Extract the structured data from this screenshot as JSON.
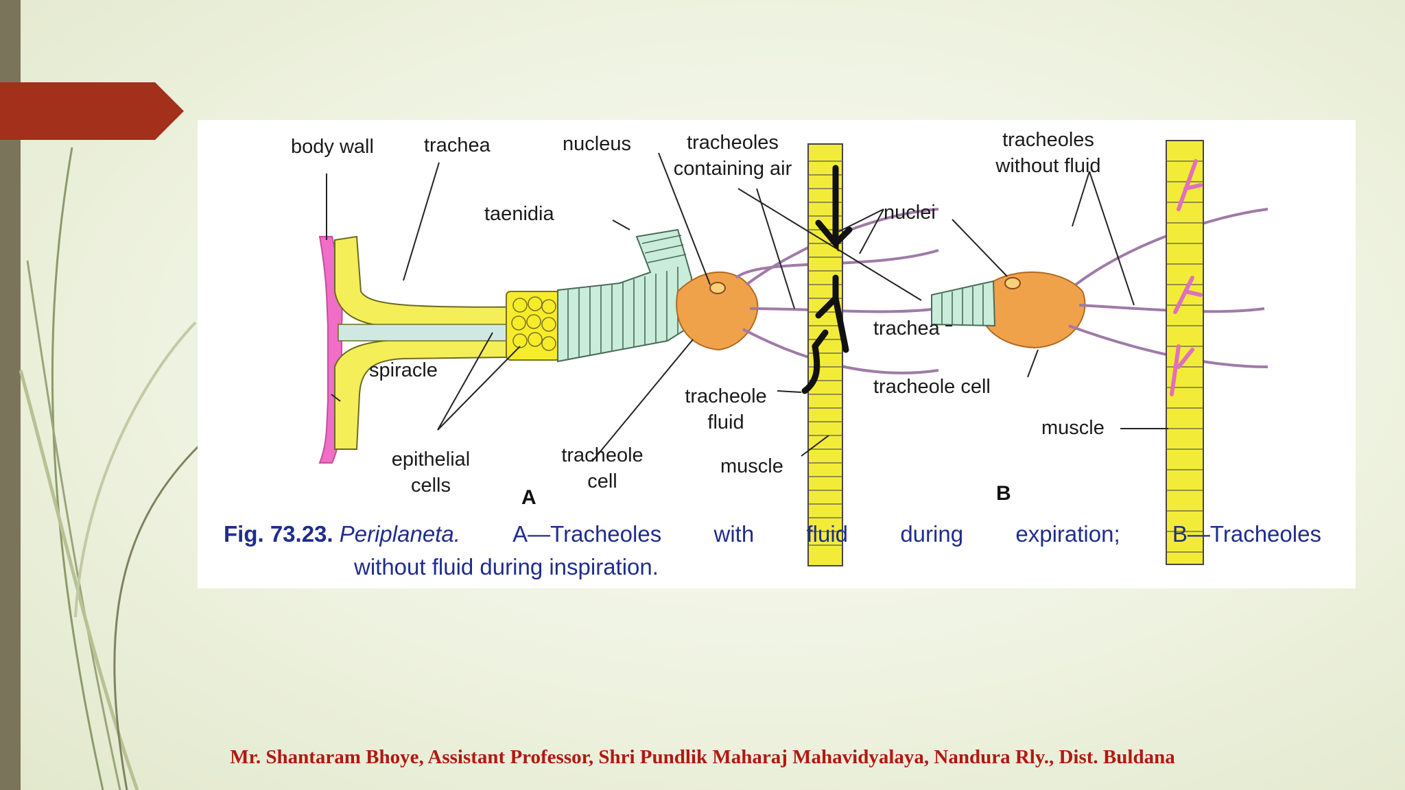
{
  "slide": {
    "accent_color": "#a3301a",
    "footer": "Mr. Shantaram Bhoye, Assistant Professor, Shri Pundlik Maharaj Mahavidyalaya, Nandura Rly., Dist. Buldana"
  },
  "figure": {
    "part_a_label": "A",
    "part_b_label": "B",
    "labels_a": {
      "body_wall": "body wall",
      "trachea": "trachea",
      "nucleus": "nucleus",
      "tracheoles_air_line1": "tracheoles",
      "tracheoles_air_line2": "containing air",
      "taenidia": "taenidia",
      "spiracle": "spiracle",
      "epithelial_line1": "epithelial",
      "epithelial_line2": "cells",
      "tracheole_cell_line1": "tracheole",
      "tracheole_cell_line2": "cell",
      "tracheole_fluid_line1": "tracheole",
      "tracheole_fluid_line2": "fluid",
      "muscle": "muscle"
    },
    "labels_shared": {
      "nuclei": "nuclei"
    },
    "labels_b": {
      "tracheoles_nofluid_line1": "tracheoles",
      "tracheoles_nofluid_line2": "without fluid",
      "trachea": "trachea",
      "tracheole_cell": "tracheole cell",
      "muscle": "muscle"
    },
    "caption": {
      "fig_no": "Fig. 73.23.",
      "genus": "Periplaneta.",
      "part_a": "A—Tracheoles",
      "w1": "with",
      "w2": "fluid",
      "w3": "during",
      "w4": "expiration;",
      "part_b": "B—Tracheoles",
      "line2": "without fluid during inspiration."
    }
  }
}
